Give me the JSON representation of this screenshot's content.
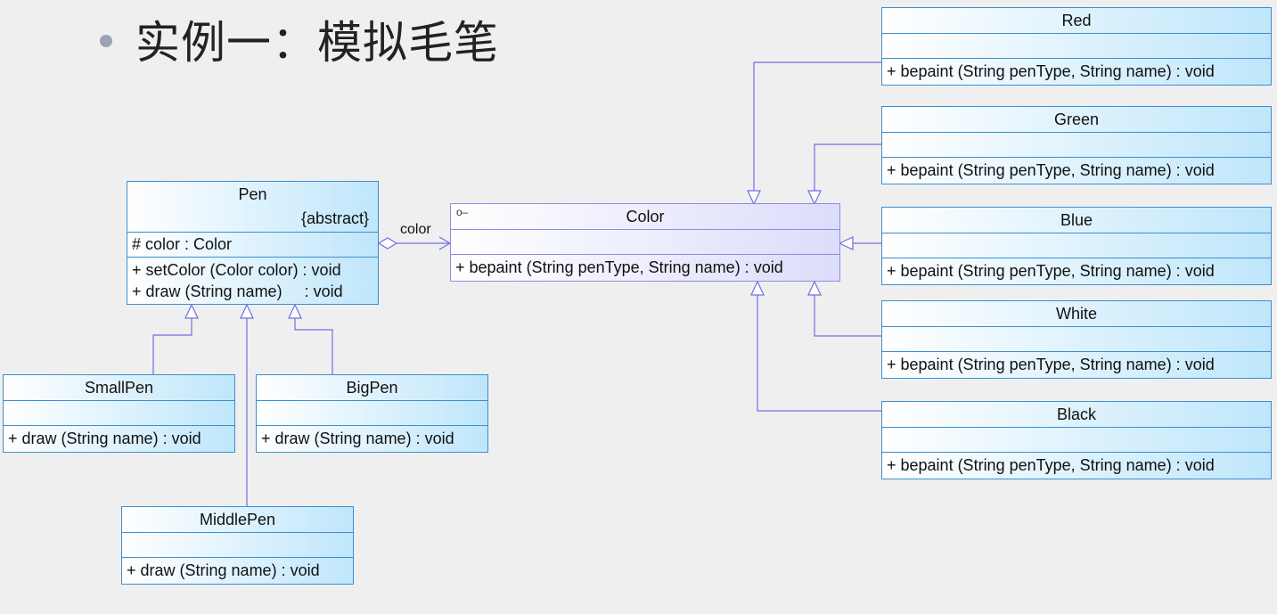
{
  "title": "实例一：模拟毛笔",
  "association_label": "color",
  "classes": {
    "pen": {
      "name": "Pen",
      "stereotype": "{abstract}",
      "attribute": "# color : Color",
      "operations": [
        "+ setColor (Color color) : void",
        "+ draw (String name)     : void"
      ]
    },
    "smallpen": {
      "name": "SmallPen",
      "operation": "+ draw (String name) : void"
    },
    "bigpen": {
      "name": "BigPen",
      "operation": "+ draw (String name) : void"
    },
    "middlepen": {
      "name": "MiddlePen",
      "operation": "+ draw (String name) : void"
    },
    "color": {
      "name": "Color",
      "operation": "+ bepaint (String penType, String name) : void",
      "kind": "interface"
    },
    "red": {
      "name": "Red",
      "operation": "+ bepaint (String penType, String name) : void"
    },
    "green": {
      "name": "Green",
      "operation": "+ bepaint (String penType, String name) : void"
    },
    "blue": {
      "name": "Blue",
      "operation": "+ bepaint (String penType, String name) : void"
    },
    "white": {
      "name": "White",
      "operation": "+ bepaint (String penType, String name) : void"
    },
    "black": {
      "name": "Black",
      "operation": "+ bepaint (String penType, String name) : void"
    }
  },
  "colors": {
    "class_border": "#3b8fcf",
    "interface_border": "#8c8ce0",
    "connector": "#6f6fe0"
  }
}
